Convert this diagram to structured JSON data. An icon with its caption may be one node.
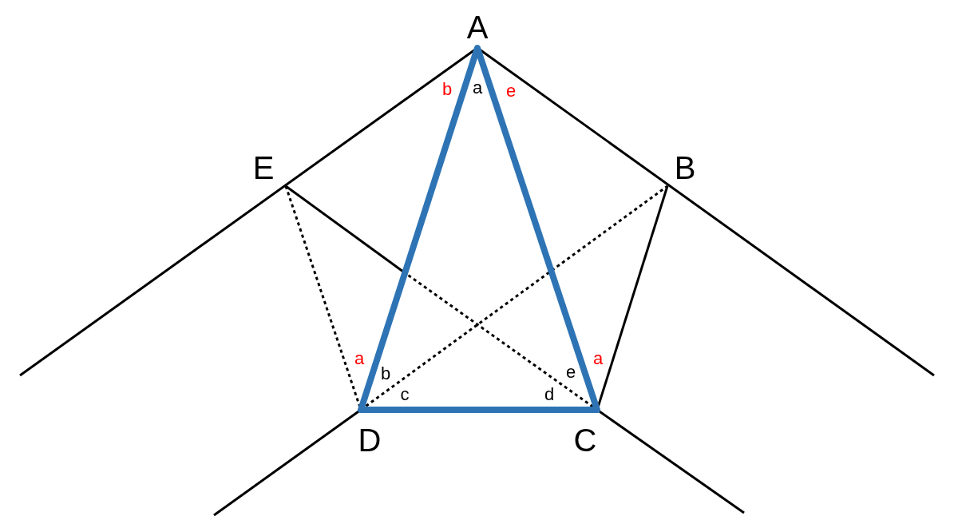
{
  "diagram": {
    "labels": [
      "A",
      "b",
      "a",
      "e",
      "E",
      "B",
      "a",
      "b",
      "e",
      "a",
      "c",
      "d",
      "D",
      "C"
    ]
  }
}
